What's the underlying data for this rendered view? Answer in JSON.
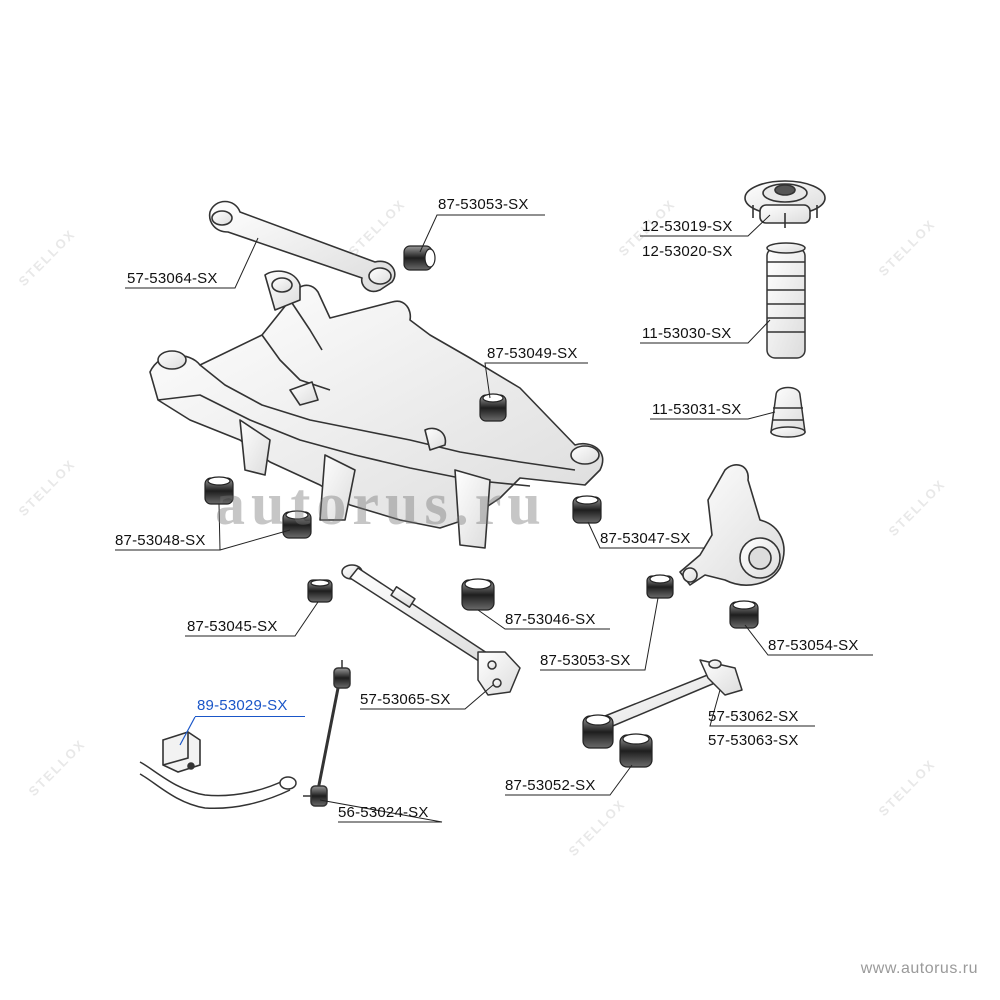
{
  "diagram": {
    "brand_watermark": "STELLOX",
    "site_watermark": "autorus.ru",
    "footer_url": "www.autorus.ru",
    "colors": {
      "line": "#222222",
      "highlight": "#1a56c8",
      "part_fill": "#f4f4f4"
    },
    "labels": [
      {
        "id": "l01",
        "text": "87-53053-SX",
        "highlight": false
      },
      {
        "id": "l02",
        "text": "57-53064-SX",
        "highlight": false
      },
      {
        "id": "l03",
        "text": "12-53019-SX",
        "highlight": false
      },
      {
        "id": "l04",
        "text": "12-53020-SX",
        "highlight": false
      },
      {
        "id": "l05",
        "text": "11-53030-SX",
        "highlight": false
      },
      {
        "id": "l06",
        "text": "87-53049-SX",
        "highlight": false
      },
      {
        "id": "l07",
        "text": "11-53031-SX",
        "highlight": false
      },
      {
        "id": "l08",
        "text": "87-53048-SX",
        "highlight": false
      },
      {
        "id": "l09",
        "text": "87-53047-SX",
        "highlight": false
      },
      {
        "id": "l10",
        "text": "87-53045-SX",
        "highlight": false
      },
      {
        "id": "l11",
        "text": "87-53046-SX",
        "highlight": false
      },
      {
        "id": "l12",
        "text": "87-53054-SX",
        "highlight": false
      },
      {
        "id": "l13",
        "text": "87-53053-SX",
        "highlight": false
      },
      {
        "id": "l14",
        "text": "89-53029-SX",
        "highlight": true
      },
      {
        "id": "l15",
        "text": "57-53065-SX",
        "highlight": false
      },
      {
        "id": "l16",
        "text": "57-53062-SX",
        "highlight": false
      },
      {
        "id": "l17",
        "text": "57-53063-SX",
        "highlight": false
      },
      {
        "id": "l18",
        "text": "87-53052-SX",
        "highlight": false
      },
      {
        "id": "l19",
        "text": "56-53024-SX",
        "highlight": false
      }
    ]
  }
}
